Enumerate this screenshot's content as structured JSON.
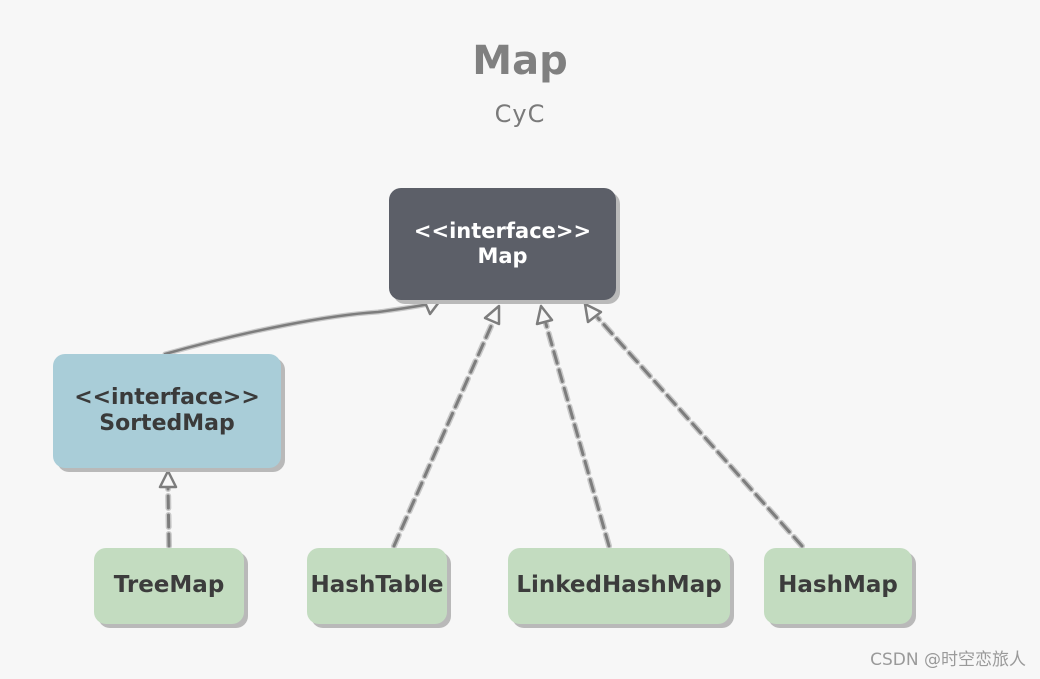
{
  "title": "Map",
  "subtitle": "CyC",
  "nodes": {
    "map": {
      "stereotype": "<<interface>>",
      "name": "Map"
    },
    "sortedmap": {
      "stereotype": "<<interface>>",
      "name": "SortedMap"
    },
    "treemap": {
      "name": "TreeMap"
    },
    "hashtable": {
      "name": "HashTable"
    },
    "linkedhashmap": {
      "name": "LinkedHashMap"
    },
    "hashmap": {
      "name": "HashMap"
    }
  },
  "relations": [
    {
      "from": "SortedMap",
      "to": "Map",
      "kind": "extends"
    },
    {
      "from": "TreeMap",
      "to": "SortedMap",
      "kind": "implements"
    },
    {
      "from": "HashTable",
      "to": "Map",
      "kind": "implements"
    },
    {
      "from": "LinkedHashMap",
      "to": "Map",
      "kind": "implements"
    },
    {
      "from": "HashMap",
      "to": "Map",
      "kind": "implements"
    }
  ],
  "colors": {
    "interface_dark": "#5c5f68",
    "interface_light": "#a9cdd8",
    "class": "#c3dcc0",
    "edge": "#7d7d7d"
  },
  "watermark": "CSDN @时空恋旅人"
}
